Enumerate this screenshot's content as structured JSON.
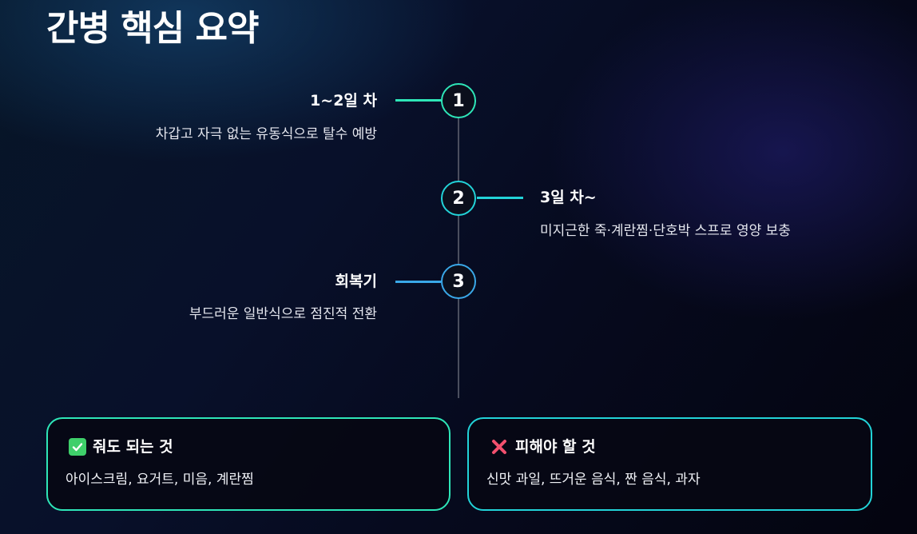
{
  "page": {
    "title": "간병 핵심 요약"
  },
  "timeline": {
    "steps": [
      {
        "number": "1",
        "title": "1~2일 차",
        "description": "차갑고 자극 없는 유동식으로 탈수 예방"
      },
      {
        "number": "2",
        "title": "3일 차~",
        "description": "미지근한 죽·계란찜·단호박 스프로 영양 보충"
      },
      {
        "number": "3",
        "title": "회복기",
        "description": "부드러운 일반식으로 점진적 전환"
      }
    ]
  },
  "cards": {
    "allowed": {
      "icon": "check-icon",
      "title": "줘도 되는 것",
      "items": "아이스크림, 요거트, 미음, 계란찜"
    },
    "avoid": {
      "icon": "cross-icon",
      "title": "피해야 할 것",
      "items": "신맛 과일, 뜨거운 음식, 짠 음식, 과자"
    }
  },
  "colors": {
    "accent_green": "#2ee6b8",
    "accent_cyan": "#22d3d8",
    "accent_blue": "#3aa8e8",
    "check_green": "#3ecf6a",
    "cross_red": "#f2506e"
  }
}
